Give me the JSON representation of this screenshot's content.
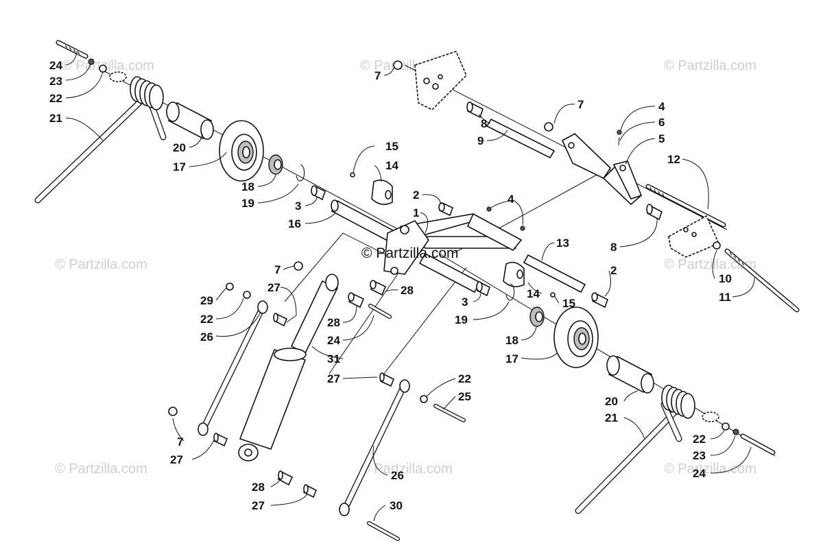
{
  "watermark": "© Partzilla.com",
  "center_watermark": "© Partzilla.com",
  "callouts": [
    {
      "id": "24-tl",
      "text": "24"
    },
    {
      "id": "23-tl",
      "text": "23"
    },
    {
      "id": "22-tl",
      "text": "22"
    },
    {
      "id": "21-tl",
      "text": "21"
    },
    {
      "id": "20-tl",
      "text": "20"
    },
    {
      "id": "17-tl",
      "text": "17"
    },
    {
      "id": "18-tl",
      "text": "18"
    },
    {
      "id": "19-tl",
      "text": "19"
    },
    {
      "id": "3-tl",
      "text": "3"
    },
    {
      "id": "16",
      "text": "16"
    },
    {
      "id": "15-t",
      "text": "15"
    },
    {
      "id": "14-t",
      "text": "14"
    },
    {
      "id": "2-t",
      "text": "2"
    },
    {
      "id": "1",
      "text": "1"
    },
    {
      "id": "4-m",
      "text": "4"
    },
    {
      "id": "7-t",
      "text": "7"
    },
    {
      "id": "8-t",
      "text": "8"
    },
    {
      "id": "9",
      "text": "9"
    },
    {
      "id": "7-tr",
      "text": "7"
    },
    {
      "id": "4-tr",
      "text": "4"
    },
    {
      "id": "6",
      "text": "6"
    },
    {
      "id": "5",
      "text": "5"
    },
    {
      "id": "12",
      "text": "12"
    },
    {
      "id": "8-r",
      "text": "8"
    },
    {
      "id": "13",
      "text": "13"
    },
    {
      "id": "2-r",
      "text": "2"
    },
    {
      "id": "10",
      "text": "10"
    },
    {
      "id": "11",
      "text": "11"
    },
    {
      "id": "7-ml",
      "text": "7"
    },
    {
      "id": "27-ml",
      "text": "27"
    },
    {
      "id": "29",
      "text": "29"
    },
    {
      "id": "22-ml",
      "text": "22"
    },
    {
      "id": "26-l",
      "text": "26"
    },
    {
      "id": "28-c",
      "text": "28"
    },
    {
      "id": "28-m",
      "text": "28"
    },
    {
      "id": "24-m",
      "text": "24"
    },
    {
      "id": "31",
      "text": "31"
    },
    {
      "id": "3-m",
      "text": "3"
    },
    {
      "id": "19-m",
      "text": "19"
    },
    {
      "id": "14-m",
      "text": "14"
    },
    {
      "id": "15-m",
      "text": "15"
    },
    {
      "id": "18-m",
      "text": "18"
    },
    {
      "id": "17-m",
      "text": "17"
    },
    {
      "id": "27-m",
      "text": "27"
    },
    {
      "id": "22-m",
      "text": "22"
    },
    {
      "id": "25",
      "text": "25"
    },
    {
      "id": "20-r",
      "text": "20"
    },
    {
      "id": "21-r",
      "text": "21"
    },
    {
      "id": "7-bl",
      "text": "7"
    },
    {
      "id": "27-bl",
      "text": "27"
    },
    {
      "id": "26-b",
      "text": "26"
    },
    {
      "id": "28-b",
      "text": "28"
    },
    {
      "id": "27-b",
      "text": "27"
    },
    {
      "id": "30",
      "text": "30"
    },
    {
      "id": "22-br",
      "text": "22"
    },
    {
      "id": "23-br",
      "text": "23"
    },
    {
      "id": "24-br",
      "text": "24"
    }
  ]
}
